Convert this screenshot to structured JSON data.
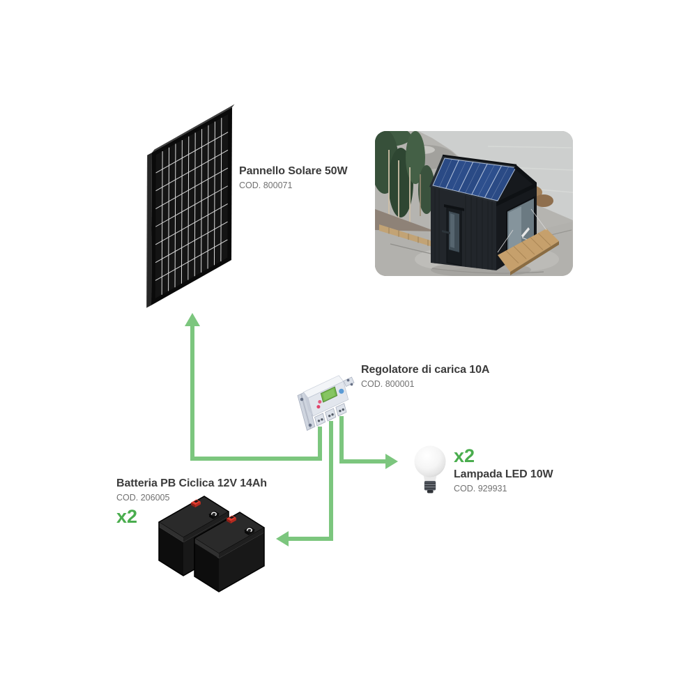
{
  "diagram": {
    "background": "#ffffff",
    "colors": {
      "arrow_green": "#7cc67e",
      "quantity_green": "#4aad4e",
      "title_text": "#3b3b3b",
      "code_text": "#707070"
    },
    "products": {
      "panel": {
        "title": "Pannello Solare 50W",
        "code": "COD. 800071"
      },
      "regulator": {
        "title": "Regolatore di carica 10A",
        "code": "COD. 800001"
      },
      "lamp": {
        "title": "Lampada LED 10W",
        "code": "COD. 929931",
        "quantity": "x2"
      },
      "battery": {
        "title": "Batteria PB Ciclica 12V 14Ah",
        "code": "COD. 206005",
        "quantity": "x2"
      }
    },
    "photo_alt": "black-cabin-with-rooftop-solar-panels-on-rocky-shore",
    "connections": [
      {
        "from": "regulator",
        "to": "panel"
      },
      {
        "from": "regulator",
        "to": "battery"
      },
      {
        "from": "regulator",
        "to": "lamp"
      }
    ]
  }
}
